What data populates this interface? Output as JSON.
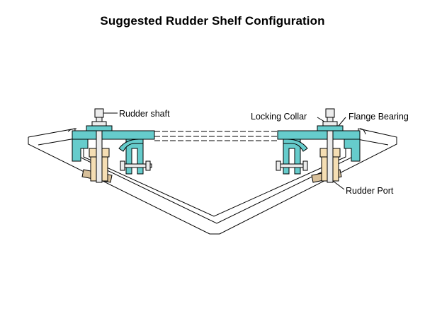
{
  "title": "Suggested Rudder Shelf Configuration",
  "labels": {
    "rudder_shaft": "Rudder shaft",
    "locking_collar": "Locking Collar",
    "flange_bearing": "Flange Bearing",
    "rudder_port": "Rudder Port"
  },
  "colors": {
    "shelf": "#66cccc",
    "bearing_housing": "#f5deb3",
    "stainless": "#ececec",
    "rudder_port": "#d8c09a",
    "hull_outline": "#000000",
    "background": "#ffffff"
  }
}
